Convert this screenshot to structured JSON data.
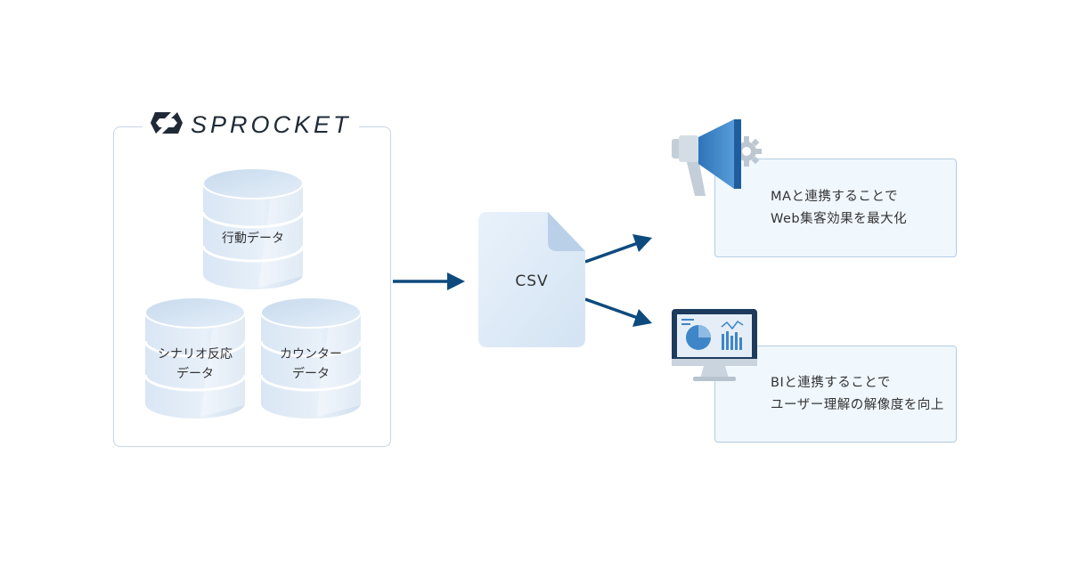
{
  "brand": {
    "name": "SPROCKET"
  },
  "sources": [
    {
      "lines": [
        "行動データ"
      ]
    },
    {
      "lines": [
        "シナリオ反応",
        "データ"
      ]
    },
    {
      "lines": [
        "カウンター",
        "データ"
      ]
    }
  ],
  "file": {
    "label": "CSV"
  },
  "outputs": [
    {
      "icon": "megaphone-gear-icon",
      "lines": [
        "MAと連携することで",
        "Web集客効果を最大化"
      ]
    },
    {
      "icon": "monitor-chart-icon",
      "lines": [
        "BIと連携することで",
        "ユーザー理解の解像度を向上"
      ]
    }
  ],
  "colors": {
    "arrow": "#0d4a7e",
    "box_border": "#b5cde3",
    "box_fill": "#f0f7fd",
    "group_border": "#c9d6e6",
    "icon_blue": "#3f86c8"
  }
}
